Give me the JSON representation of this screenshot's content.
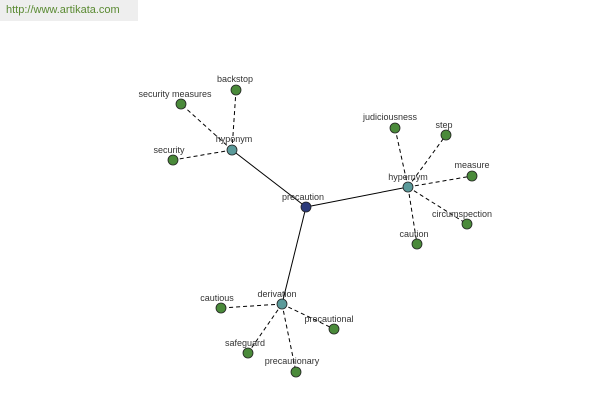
{
  "header": {
    "url": "http://www.artikata.com"
  },
  "colors": {
    "root_node": "#2b3a7a",
    "relation_node": "#5b9a9a",
    "leaf_node": "#4a8a3a",
    "edge": "#000000",
    "label": "#333333"
  },
  "graph": {
    "root": {
      "id": "precaution",
      "label": "precaution"
    },
    "relations": [
      {
        "id": "hyponym",
        "label": "hyponym",
        "terms": [
          {
            "id": "backstop",
            "label": "backstop"
          },
          {
            "id": "security-measures",
            "label": "security measures"
          },
          {
            "id": "security",
            "label": "security"
          }
        ]
      },
      {
        "id": "hypernym",
        "label": "hypernym",
        "terms": [
          {
            "id": "judiciousness",
            "label": "judiciousness"
          },
          {
            "id": "step",
            "label": "step"
          },
          {
            "id": "measure",
            "label": "measure"
          },
          {
            "id": "circumspection",
            "label": "circumspection"
          },
          {
            "id": "caution",
            "label": "caution"
          }
        ]
      },
      {
        "id": "derivation",
        "label": "derivation",
        "terms": [
          {
            "id": "cautious",
            "label": "cautious"
          },
          {
            "id": "precautional",
            "label": "precautional"
          },
          {
            "id": "safeguard",
            "label": "safeguard"
          },
          {
            "id": "precautionary",
            "label": "precautionary"
          }
        ]
      }
    ]
  }
}
